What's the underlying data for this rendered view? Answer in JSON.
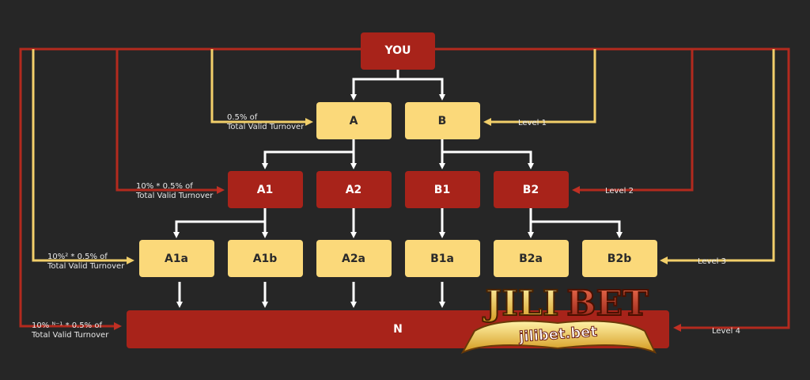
{
  "nodes": {
    "you": "YOU",
    "a": "A",
    "b": "B",
    "a1": "A1",
    "a2": "A2",
    "b1": "B1",
    "b2": "B2",
    "a1a": "A1a",
    "a1b": "A1b",
    "a2a": "A2a",
    "b1a": "B1a",
    "b2a": "B2a",
    "b2b": "B2b",
    "n": "N"
  },
  "levels": [
    "Level 1",
    "Level 2",
    "Level 3",
    "Level 4"
  ],
  "commissions": [
    {
      "line1": "0.5% of",
      "line2": "Total Valid Turnover"
    },
    {
      "line1": "10% * 0.5% of",
      "line2": "Total Valid Turnover"
    },
    {
      "line1": "10%² * 0.5% of",
      "line2": "Total Valid Turnover"
    },
    {
      "line1": "10% ᴺ⁻¹ * 0.5% of",
      "line2": "Total Valid Turnover"
    }
  ],
  "logo": {
    "brand": "JILIBET",
    "domain": "jilibet.bet"
  },
  "colors": {
    "background": "#262626",
    "red": "#a8231a",
    "yellow": "#fbd97a"
  }
}
